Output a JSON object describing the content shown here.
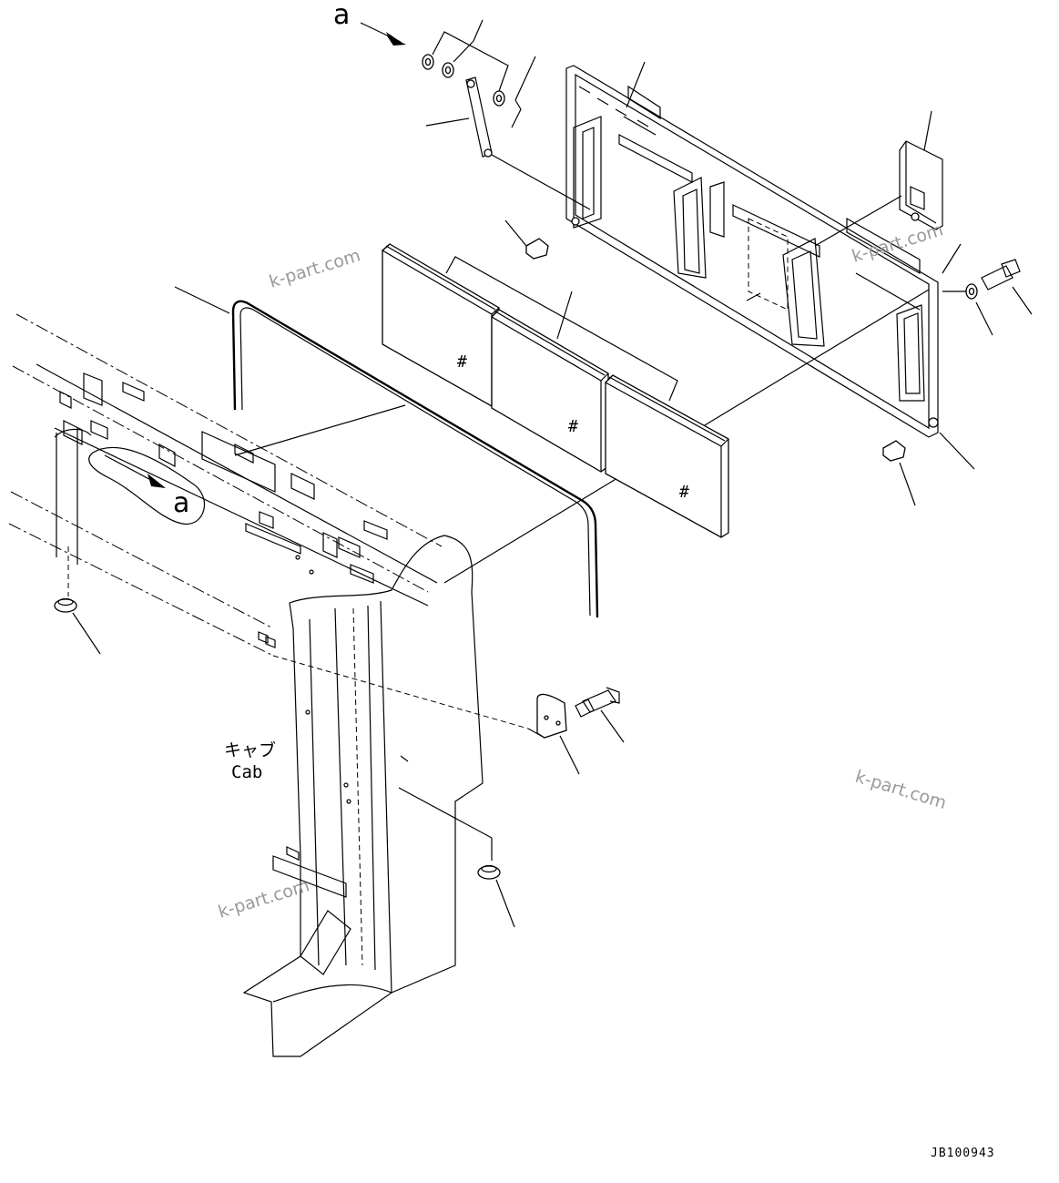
{
  "labels": {
    "view_a_top": "a",
    "view_a_inner": "a",
    "cab_jp": "キャブ",
    "cab_en": "Cab",
    "drawing_code": "JB100943"
  },
  "watermarks": [
    "k-part.com",
    "k-part.com",
    "k-part.com",
    "k-part.com"
  ]
}
